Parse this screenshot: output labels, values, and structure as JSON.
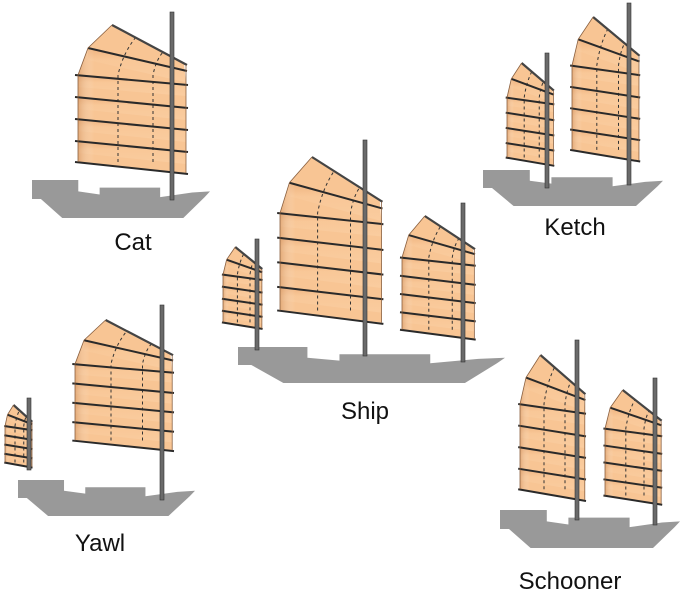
{
  "title": "Junk rig configurations",
  "colors": {
    "sail": "#f8c594",
    "sail_shade": "#e9a874",
    "batten": "#2a2a2a",
    "mast": "#6a6a6a",
    "hull": "#999999"
  },
  "rigs": [
    {
      "id": "cat",
      "label": "Cat",
      "masts": 1
    },
    {
      "id": "ketch",
      "label": "Ketch",
      "masts": 2
    },
    {
      "id": "ship",
      "label": "Ship",
      "masts": 3
    },
    {
      "id": "yawl",
      "label": "Yawl",
      "masts": 2
    },
    {
      "id": "schooner",
      "label": "Schooner",
      "masts": 2
    }
  ]
}
